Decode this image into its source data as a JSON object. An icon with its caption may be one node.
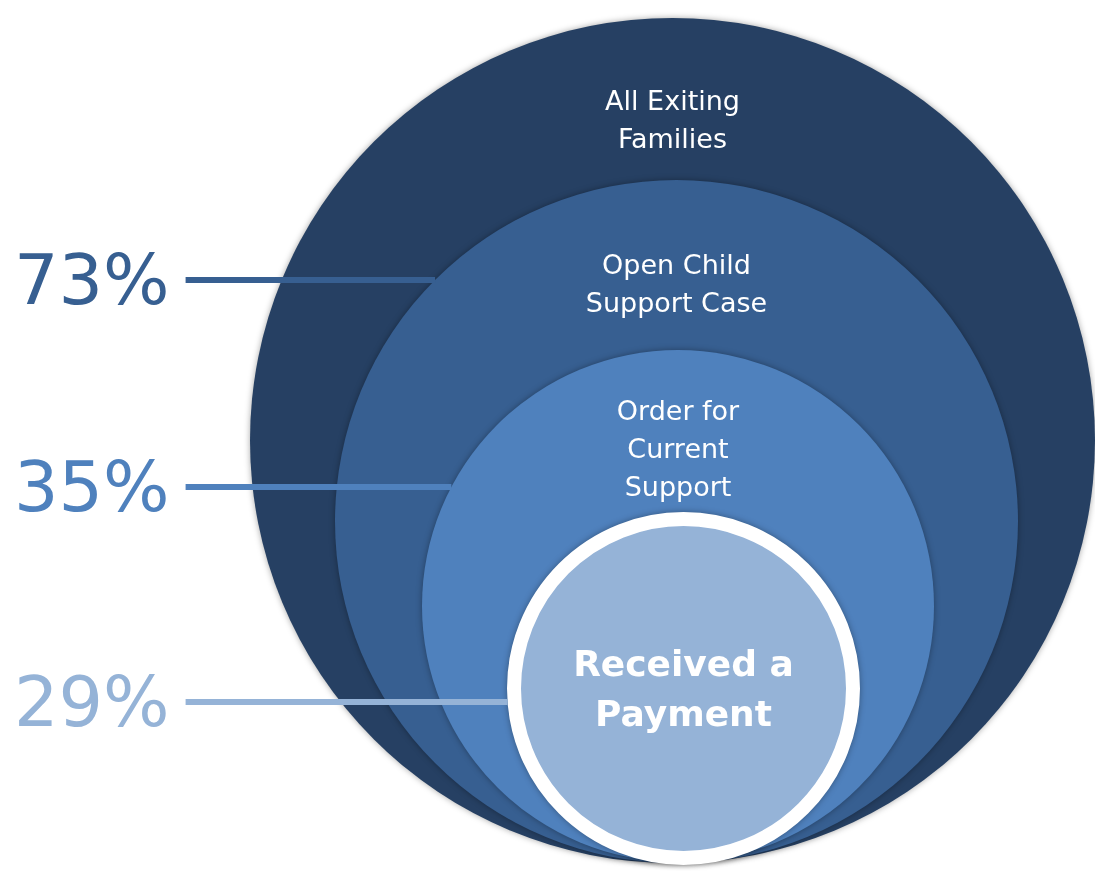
{
  "diagram": {
    "nodes": [
      {
        "text": [
          "All Exiting Families"
        ]
      },
      {
        "text": [
          "Open Child Support Case"
        ],
        "in": 0
      },
      {
        "text": [
          "Order for Current Support"
        ],
        "in": 1
      },
      {
        "text": [
          "Received a Payment"
        ],
        "in": 2
      },
      {
        "text": [
          "73%"
        ]
      },
      {
        "text": [
          "35%"
        ]
      },
      {
        "text": [
          "29%"
        ]
      }
    ],
    "edges": [
      {
        "from": 4,
        "to": 1,
        "arrow": "none",
        "color": "#375f91"
      },
      {
        "from": 5,
        "to": 2,
        "arrow": "none",
        "color": "#4f81bd"
      },
      {
        "from": 6,
        "to": 3,
        "arrow": "none",
        "color": "#95b3d7"
      }
    ]
  }
}
